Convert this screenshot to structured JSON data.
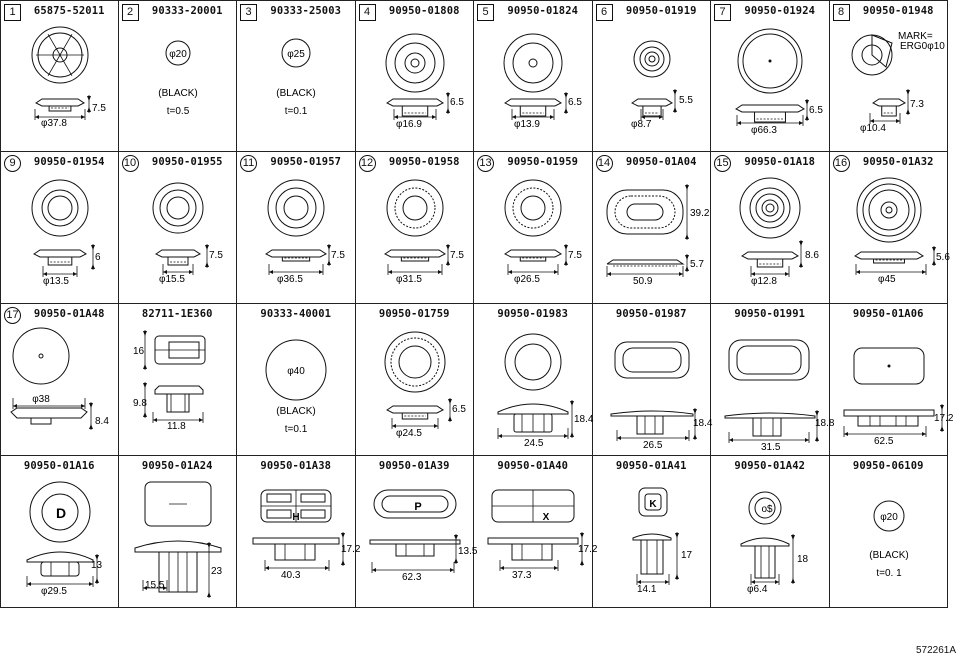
{
  "parts": [
    {
      "num": "1",
      "part_no": "65875-52011",
      "dims": [
        "7.5",
        "φ37.8"
      ],
      "notes": []
    },
    {
      "num": "2",
      "part_no": "90333-20001",
      "dims": [
        "φ20"
      ],
      "notes": [
        "(BLACK)",
        "t=0.5"
      ]
    },
    {
      "num": "3",
      "part_no": "90333-25003",
      "dims": [
        "φ25"
      ],
      "notes": [
        "(BLACK)",
        "t=0.1"
      ]
    },
    {
      "num": "4",
      "part_no": "90950-01808",
      "dims": [
        "6.5",
        "φ16.9"
      ],
      "notes": []
    },
    {
      "num": "5",
      "part_no": "90950-01824",
      "dims": [
        "6.5",
        "φ13.9"
      ],
      "notes": []
    },
    {
      "num": "6",
      "part_no": "90950-01919",
      "dims": [
        "5.5",
        "φ8.7"
      ],
      "notes": []
    },
    {
      "num": "7",
      "part_no": "90950-01924",
      "dims": [
        "6.5",
        "φ66.3"
      ],
      "notes": []
    },
    {
      "num": "8",
      "part_no": "90950-01948",
      "dims": [
        "7.3",
        "φ10.4"
      ],
      "notes": [
        "MARK=",
        "ERG0φ10"
      ]
    },
    {
      "num": "9",
      "part_no": "90950-01954",
      "dims": [
        "6",
        "φ13.5"
      ],
      "notes": []
    },
    {
      "num": "10",
      "part_no": "90950-01955",
      "dims": [
        "7.5",
        "φ15.5"
      ],
      "notes": []
    },
    {
      "num": "11",
      "part_no": "90950-01957",
      "dims": [
        "7.5",
        "φ36.5"
      ],
      "notes": []
    },
    {
      "num": "12",
      "part_no": "90950-01958",
      "dims": [
        "7.5",
        "φ31.5"
      ],
      "notes": []
    },
    {
      "num": "13",
      "part_no": "90950-01959",
      "dims": [
        "7.5",
        "φ26.5"
      ],
      "notes": []
    },
    {
      "num": "14",
      "part_no": "90950-01A04",
      "dims": [
        "39.2",
        "5.7",
        "50.9"
      ],
      "notes": []
    },
    {
      "num": "15",
      "part_no": "90950-01A18",
      "dims": [
        "8.6",
        "φ12.8"
      ],
      "notes": []
    },
    {
      "num": "16",
      "part_no": "90950-01A32",
      "dims": [
        "5.6",
        "φ45"
      ],
      "notes": []
    },
    {
      "num": "17",
      "part_no": "90950-01A48",
      "dims": [
        "φ38",
        "8.4"
      ],
      "notes": []
    },
    {
      "num": "",
      "part_no": "82711-1E360",
      "dims": [
        "16",
        "9.8",
        "11.8"
      ],
      "notes": []
    },
    {
      "num": "",
      "part_no": "90333-40001",
      "dims": [
        "φ40"
      ],
      "notes": [
        "(BLACK)",
        "t=0.1"
      ]
    },
    {
      "num": "",
      "part_no": "90950-01759",
      "dims": [
        "6.5",
        "φ24.5"
      ],
      "notes": []
    },
    {
      "num": "",
      "part_no": "90950-01983",
      "dims": [
        "18.4",
        "24.5"
      ],
      "notes": []
    },
    {
      "num": "",
      "part_no": "90950-01987",
      "dims": [
        "18.4",
        "26.5"
      ],
      "notes": []
    },
    {
      "num": "",
      "part_no": "90950-01991",
      "dims": [
        "18.8",
        "31.5"
      ],
      "notes": []
    },
    {
      "num": "",
      "part_no": "90950-01A06",
      "dims": [
        "17.2",
        "62.5"
      ],
      "notes": []
    },
    {
      "num": "",
      "part_no": "90950-01A16",
      "dims": [
        "13",
        "φ29.5"
      ],
      "notes": []
    },
    {
      "num": "",
      "part_no": "90950-01A24",
      "dims": [
        "23",
        "15.5"
      ],
      "notes": []
    },
    {
      "num": "",
      "part_no": "90950-01A38",
      "dims": [
        "17.2",
        "40.3"
      ],
      "notes": []
    },
    {
      "num": "",
      "part_no": "90950-01A39",
      "dims": [
        "13.5",
        "62.3"
      ],
      "notes": []
    },
    {
      "num": "",
      "part_no": "90950-01A40",
      "dims": [
        "17.2",
        "37.3"
      ],
      "notes": []
    },
    {
      "num": "",
      "part_no": "90950-01A41",
      "dims": [
        "17",
        "14.1"
      ],
      "notes": []
    },
    {
      "num": "",
      "part_no": "90950-01A42",
      "dims": [
        "18",
        "φ6.4"
      ],
      "notes": []
    },
    {
      "num": "",
      "part_no": "90950-06109",
      "dims": [
        "φ20"
      ],
      "notes": [
        "(BLACK)",
        "t=0. 1"
      ]
    }
  ],
  "footnote": "572261A"
}
